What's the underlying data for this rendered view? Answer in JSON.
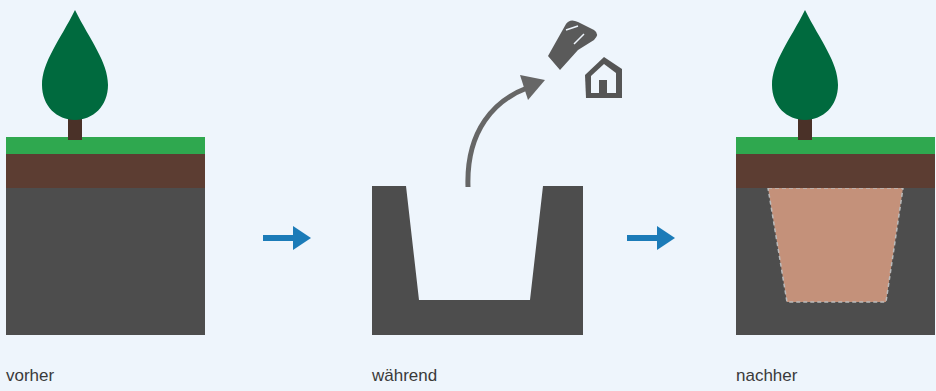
{
  "diagram": {
    "labels": [
      "vorher",
      "während",
      "nachher"
    ]
  }
}
